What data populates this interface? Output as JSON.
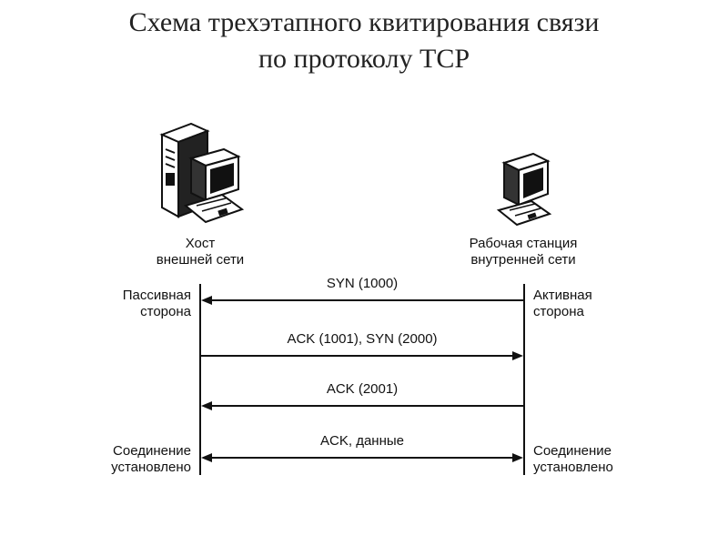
{
  "title": {
    "line1": "Схема трехэтапного квитирования связи",
    "line2": "по протоколу TCP"
  },
  "left_host": {
    "line1": "Хост",
    "line2": "внешней сети",
    "icon": "server-computer-icon"
  },
  "right_host": {
    "line1": "Рабочая станция",
    "line2": "внутренней сети",
    "icon": "workstation-computer-icon"
  },
  "left_side": {
    "top_line1": "Пассивная",
    "top_line2": "сторона",
    "bottom_line1": "Соединение",
    "bottom_line2": "установлено"
  },
  "right_side": {
    "top_line1": "Активная",
    "top_line2": "сторона",
    "bottom_line1": "Соединение",
    "bottom_line2": "установлено"
  },
  "messages": [
    {
      "label": "SYN (1000)",
      "direction": "right-to-left"
    },
    {
      "label": "ACK (1001), SYN (2000)",
      "direction": "left-to-right"
    },
    {
      "label": "ACK (2001)",
      "direction": "right-to-left"
    },
    {
      "label": "ACK, данные",
      "direction": "bidirectional"
    }
  ]
}
